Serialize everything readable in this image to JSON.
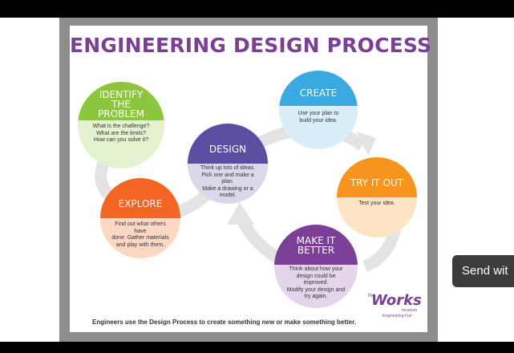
{
  "poster": {
    "title": "ENGINEERING DESIGN PROCESS",
    "caption": "Engineers use the Design Process to create something new or make something better.",
    "logo": {
      "the": "the",
      "works": "Works",
      "museum": "museum",
      "tagline": "Engineering Fun"
    }
  },
  "steps": {
    "identify": {
      "title": "IDENTIFY THE PROBLEM",
      "lines": [
        "What is the challenge?",
        "What are the limits?",
        "How can you solve it?"
      ]
    },
    "create": {
      "title": "CREATE",
      "lines": [
        "Use your plan to",
        "build your idea."
      ]
    },
    "design": {
      "title": "DESIGN",
      "lines": [
        "Think up lots of ideas.",
        "Pick one and make a plan.",
        "Make a drawing or a",
        "model."
      ]
    },
    "try": {
      "title": "TRY IT OUT",
      "lines": [
        "Test your idea."
      ]
    },
    "explore": {
      "title": "EXPLORE",
      "lines": [
        "Find out what others have",
        "done. Gather materials",
        "and play with them."
      ]
    },
    "better": {
      "title": "MAKE IT BETTER",
      "lines": [
        "Think about how your",
        "design could be improved.",
        "Modify your design and",
        "try again."
      ]
    }
  },
  "colors": {
    "purple": "#7b3f98",
    "green": "#8cc63f",
    "blue": "#39a9e0",
    "orange": "#f7941d",
    "red_orange": "#f26522",
    "indigo": "#5b4ea0"
  },
  "overlay": {
    "send_label": "Send wit"
  }
}
